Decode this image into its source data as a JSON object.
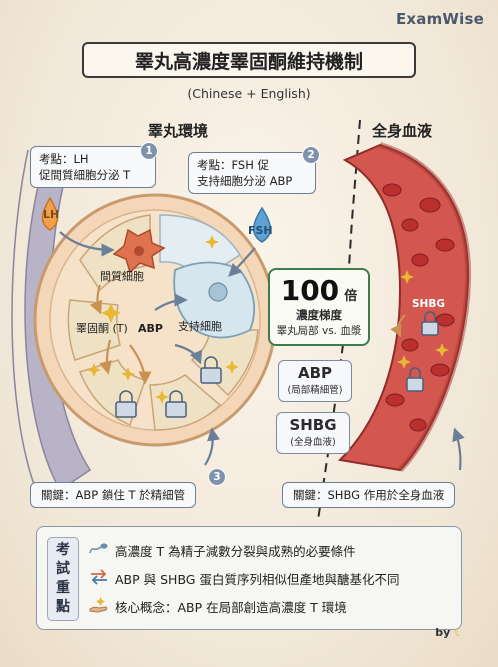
{
  "brand": "ExamWise",
  "title": "睪丸高濃度睪固酮維持機制",
  "subtitle": "(Chinese + English)",
  "sections": {
    "left": "睪丸環境",
    "right": "全身血液"
  },
  "callouts": {
    "c1": {
      "line1": "考點：LH",
      "line2": "促間質細胞分泌 T",
      "num": "1"
    },
    "c2": {
      "line1": "考點：FSH 促",
      "line2": "支持細胞分泌 ABP",
      "num": "2"
    },
    "c3": {
      "text": "關鍵：ABP 鎖住 T 於精細管",
      "num": "3"
    },
    "c4": {
      "text": "關鍵：SHBG 作用於全身血液"
    }
  },
  "labels": {
    "lh": "LH",
    "fsh": "FSH",
    "leydig": "間質細胞",
    "testosterone": "睪固酮 (T)",
    "abp": "ABP",
    "sertoli": "支持細胞",
    "shbg_vessel": "SHBG"
  },
  "center": {
    "value": "100",
    "unit": "倍",
    "line1": "濃度梯度",
    "line2": "睪丸局部 vs. 血漿"
  },
  "abp_box": {
    "name": "ABP",
    "sub": "(局部精細管)"
  },
  "shbg_box": {
    "name": "SHBG",
    "sub": "(全身血液)"
  },
  "exam": {
    "tag": [
      "考",
      "試",
      "重",
      "點"
    ],
    "rows": [
      {
        "icon": "sperm-icon",
        "text": "高濃度 T 為精子減數分裂與成熟的必要條件"
      },
      {
        "icon": "swap-arrows-icon",
        "text": "ABP 與 SHBG 蛋白質序列相似但產地與醣基化不同"
      },
      {
        "icon": "hand-icon",
        "text": "核心概念：ABP 在局部創造高濃度 T 環境"
      }
    ]
  },
  "byline": "by",
  "colors": {
    "accent_blue": "#6c7f95",
    "green": "#3f7c4b",
    "vessel_red": "#c9403d",
    "lh_orange": "#e58a2e",
    "fsh_blue": "#4a8ec4"
  }
}
